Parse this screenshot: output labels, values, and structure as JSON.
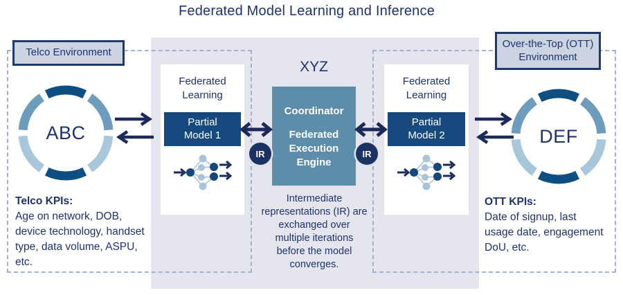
{
  "title": "Federated Model Learning and Inference",
  "environments": {
    "telco": {
      "label": "Telco Environment",
      "entity": "ABC",
      "kpis_heading": "Telco KPIs:",
      "kpis_text": "Age on network, DOB, device technology, handset type, data volume, ASPU, etc."
    },
    "ott": {
      "label": "Over-the-Top (OTT) Environment",
      "entity": "DEF",
      "kpis_heading": "OTT KPIs:",
      "kpis_text": "Date of signup, last usage date, engagement DoU, etc."
    }
  },
  "federated_nodes": {
    "left": {
      "heading": "Federated Learning",
      "model_label": "Partial Model 1"
    },
    "right": {
      "heading": "Federated Learning",
      "model_label": "Partial Model 2"
    }
  },
  "coordinator": {
    "org_label": "XYZ",
    "title": "Coordinator",
    "subtitle": "Federated Execution Engine",
    "ir_badge": "IR",
    "note": "Intermediate representations (IR) are exchanged over multiple iterations before the model converges."
  },
  "colors": {
    "navy_text": "#1e3270",
    "arrow_navy": "#1b2a5a",
    "dark_blue_box": "#16497d",
    "coordinator_blue": "#5e8dac",
    "ring_dark": "#0e4f82",
    "ring_steel": "#6d9cbd",
    "ring_light": "#a9c7da",
    "panel_gray": "#e5e6ed",
    "label_fill": "#ccd4e2",
    "label_border": "#1c3a6e",
    "dashed_border": "#a3b0d1",
    "ir_badge_bg": "#1b3263"
  }
}
